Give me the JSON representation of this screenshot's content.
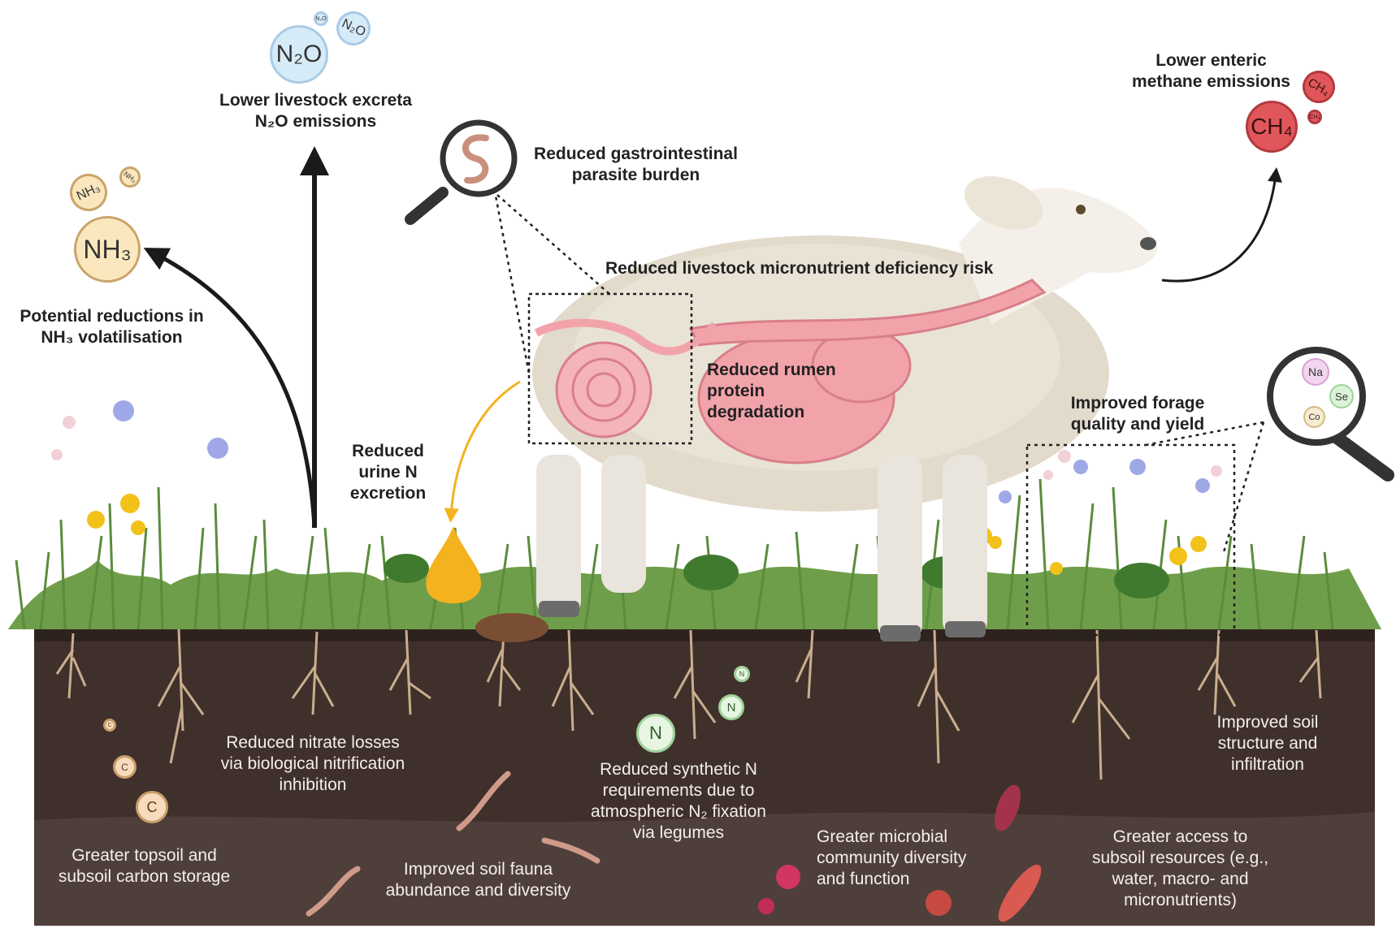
{
  "labels": {
    "n2o_emissions": "Lower livestock excreta N₂O emissions",
    "nh3_volatilisation": "Potential reductions in NH₃ volatilisation",
    "parasite": "Reduced gastrointestinal parasite burden",
    "micronutrient": "Reduced livestock micronutrient deficiency risk",
    "rumen": "Reduced rumen protein degradation",
    "urine": "Reduced urine N excretion",
    "methane": "Lower enteric methane emissions",
    "forage": "Improved forage quality and yield",
    "nitrate": "Reduced nitrate losses via biological nitrification inhibition",
    "synthetic_n": "Reduced synthetic N requirements due to atmospheric N₂ fixation via legumes",
    "soil_structure": "Improved soil structure and infiltration",
    "carbon": "Greater topsoil and subsoil carbon storage",
    "fauna": "Improved soil fauna abundance and diversity",
    "microbial": "Greater microbial community diversity and function",
    "subsoil": "Greater access to subsoil resources (e.g., water, macro- and micronutrients)"
  },
  "chemicals": {
    "n2o": "N₂O",
    "nh3": "NH₃",
    "ch4": "CH₄",
    "na": "Na",
    "se": "Se",
    "co": "Co",
    "n": "N",
    "c": "C"
  },
  "colors": {
    "soil_top": "#3f302b",
    "soil_bottom": "#4f3f3a",
    "gut": "#f2a3aa",
    "sheep": "#e2dacb",
    "urine": "#f3b21e",
    "arrow": "#1a1a1a"
  },
  "icons": [
    "magnifier-icon",
    "worm-icon",
    "sheep-icon",
    "drop-icon",
    "dung-icon",
    "earthworm-icon",
    "bacteria-icon",
    "virus-icon"
  ]
}
